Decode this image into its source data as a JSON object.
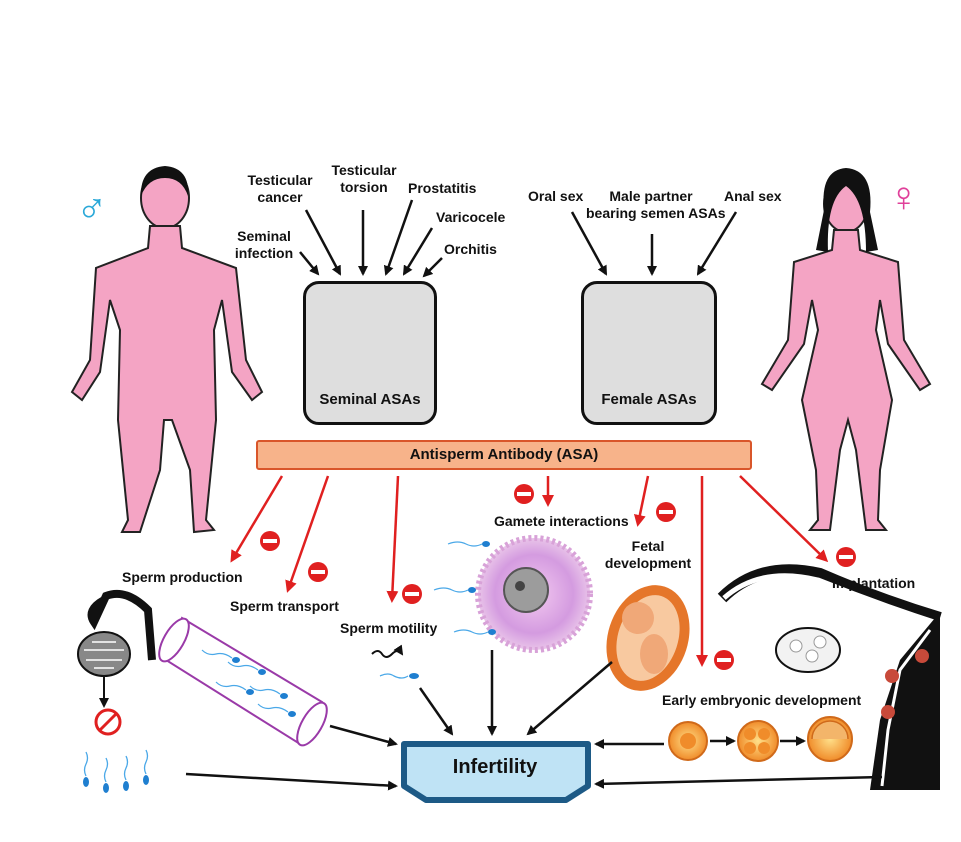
{
  "symbols": {
    "male": "♂",
    "female": "♀"
  },
  "male_causes": [
    "Testicular",
    "cancer",
    "Testicular",
    "torsion",
    "Prostatitis",
    "Varicocele",
    "Seminal",
    "infection",
    "Orchitis"
  ],
  "female_causes": [
    "Oral sex",
    "Male partner",
    "bearing semen ASAs",
    "Anal sex"
  ],
  "boxes": {
    "seminal": "Seminal ASAs",
    "female": "Female ASAs"
  },
  "asa_bar": "Antisperm Antibody (ASA)",
  "effects": {
    "sperm_production": "Sperm production",
    "sperm_transport": "Sperm transport",
    "sperm_motility": "Sperm motility",
    "gamete": "Gamete interactions",
    "fetal_1": "Fetal",
    "fetal_2": "development",
    "implantation": "Implantation",
    "early_embryo": "Early embryonic development"
  },
  "outcome": "Infertility",
  "colors": {
    "body": "#f4a4c4",
    "body_outline": "#222222",
    "male_symbol": "#2aa8d8",
    "female_symbol": "#e0409a",
    "red_arrow": "#e02020",
    "seminal_ab": "#a8962a",
    "female_ab": "#8a3aa0",
    "bar_fill": "#f7b38a",
    "infertility_fill": "#bfe3f5",
    "infertility_border": "#1d5a86"
  },
  "icons": [
    "antibody-icon",
    "inhibit-icon",
    "sperm-icon",
    "egg-cell-icon",
    "fetus-icon",
    "embryo-icon",
    "uterus-icon",
    "testis-icon",
    "tube-icon"
  ]
}
